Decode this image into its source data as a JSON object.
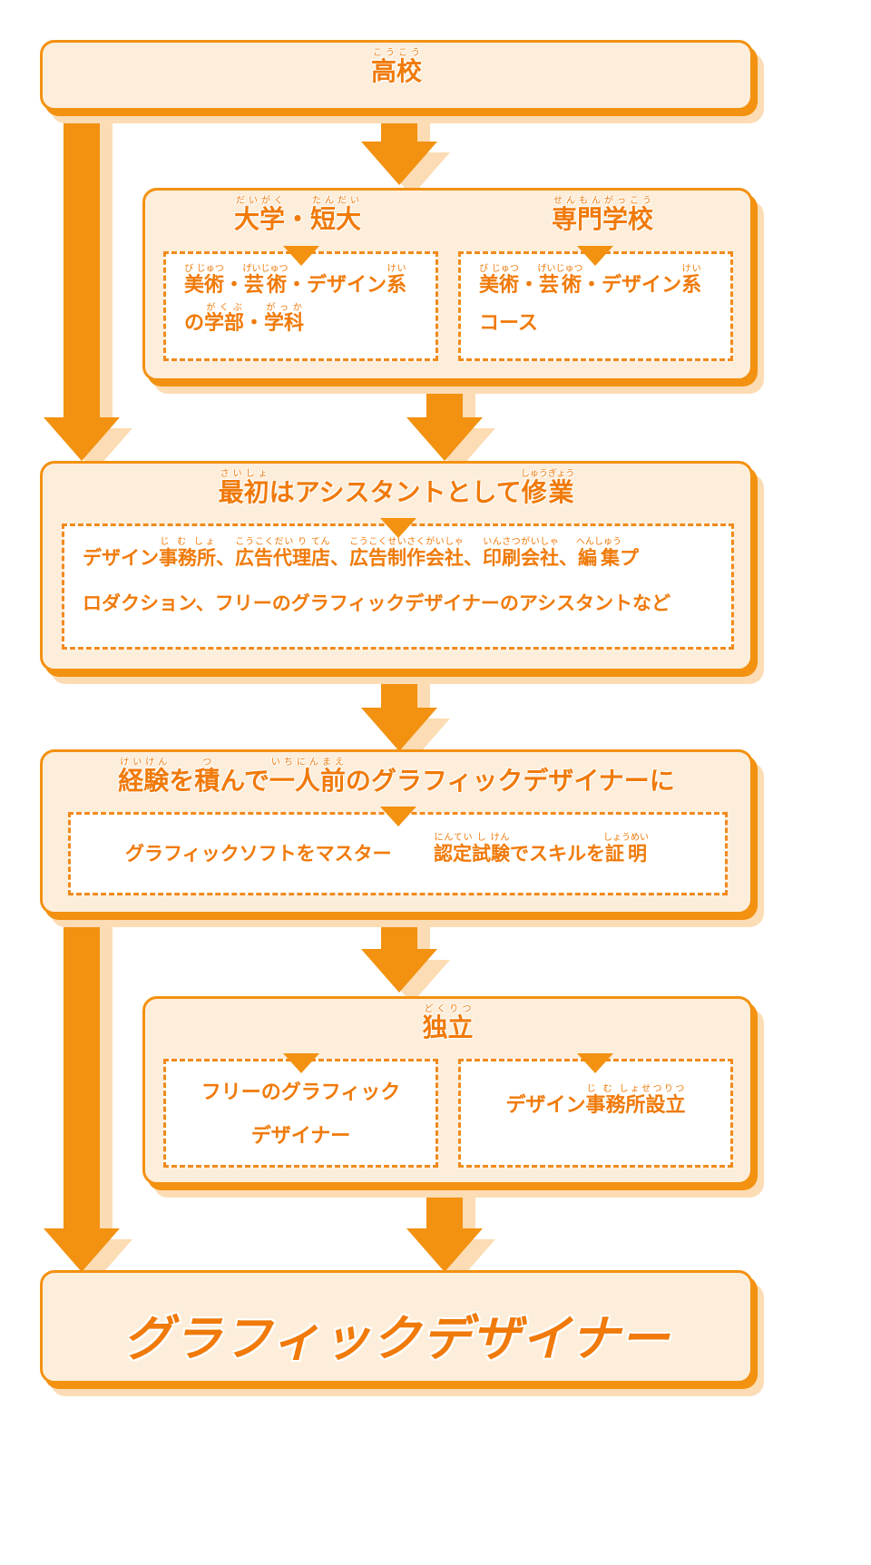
{
  "colors": {
    "accent": "#f39110",
    "text": "#f07a0a",
    "box_fill": "#fdeedb",
    "shadow": "#fcdcb4",
    "inner_fill": "#ffffff"
  },
  "steps": {
    "high_school": {
      "title": {
        "base": "高校",
        "ruby": "こうこう"
      }
    },
    "higher_education": {
      "university": {
        "title": [
          {
            "base": "大学",
            "ruby": "だいがく"
          },
          {
            "base": "・",
            "ruby": ""
          },
          {
            "base": "短大",
            "ruby": "たんだい"
          }
        ],
        "detail_line1": [
          {
            "base": "美術",
            "ruby": "び じゅつ"
          },
          {
            "base": "・",
            "ruby": ""
          },
          {
            "base": "芸術",
            "ruby": "げいじゅつ"
          },
          {
            "base": "・デザイン",
            "ruby": ""
          },
          {
            "base": "系",
            "ruby": "けい"
          }
        ],
        "detail_line2": [
          {
            "base": "の",
            "ruby": ""
          },
          {
            "base": "学部",
            "ruby": "がくぶ"
          },
          {
            "base": "・",
            "ruby": ""
          },
          {
            "base": "学科",
            "ruby": "がっか"
          }
        ]
      },
      "vocational": {
        "title": {
          "base": "専門学校",
          "ruby": "せんもんがっこう"
        },
        "detail_line1": [
          {
            "base": "美術",
            "ruby": "び じゅつ"
          },
          {
            "base": "・",
            "ruby": ""
          },
          {
            "base": "芸術",
            "ruby": "げいじゅつ"
          },
          {
            "base": "・デザイン",
            "ruby": ""
          },
          {
            "base": "系",
            "ruby": "けい"
          }
        ],
        "detail_line2": [
          {
            "base": "コース",
            "ruby": ""
          }
        ]
      }
    },
    "assistant": {
      "title": [
        {
          "base": "最初",
          "ruby": "さいしょ"
        },
        {
          "base": "はアシスタントとして",
          "ruby": ""
        },
        {
          "base": "修業",
          "ruby": "しゅうぎょう"
        }
      ],
      "detail_line1": [
        {
          "base": "デザイン",
          "ruby": ""
        },
        {
          "base": "事務所",
          "ruby": "じ む しょ"
        },
        {
          "base": "、",
          "ruby": ""
        },
        {
          "base": "広告代理店",
          "ruby": "こうこくだい り てん"
        },
        {
          "base": "、",
          "ruby": ""
        },
        {
          "base": "広告制作会社",
          "ruby": "こうこくせいさくがいしゃ"
        },
        {
          "base": "、",
          "ruby": ""
        },
        {
          "base": "印刷会社",
          "ruby": "いんさつがいしゃ"
        },
        {
          "base": "、",
          "ruby": ""
        },
        {
          "base": "編集",
          "ruby": "へんしゅう"
        },
        {
          "base": "プ",
          "ruby": ""
        }
      ],
      "detail_line2": [
        {
          "base": "ロダクション、フリーのグラフィックデザイナーのアシスタントなど",
          "ruby": ""
        }
      ]
    },
    "experience": {
      "title": [
        {
          "base": "経験",
          "ruby": "けいけん"
        },
        {
          "base": "を",
          "ruby": ""
        },
        {
          "base": "積",
          "ruby": "つ"
        },
        {
          "base": "んで",
          "ruby": ""
        },
        {
          "base": "一人前",
          "ruby": "いちにんまえ"
        },
        {
          "base": "のグラフィックデザイナーに",
          "ruby": ""
        }
      ],
      "detail_left": [
        {
          "base": "グラフィックソフトをマスター",
          "ruby": ""
        }
      ],
      "detail_right": [
        {
          "base": "認定試験",
          "ruby": "にんてい し けん"
        },
        {
          "base": "でスキルを",
          "ruby": ""
        },
        {
          "base": "証明",
          "ruby": "しょうめい"
        }
      ]
    },
    "independence": {
      "title": {
        "base": "独立",
        "ruby": "どくりつ"
      },
      "freelance": {
        "line1": "フリーのグラフィック",
        "line2": "デザイナー"
      },
      "office": [
        {
          "base": "デザイン",
          "ruby": ""
        },
        {
          "base": "事務所設立",
          "ruby": "じ む しょせつりつ"
        }
      ]
    },
    "goal": {
      "title": "グラフィックデザイナー"
    }
  }
}
